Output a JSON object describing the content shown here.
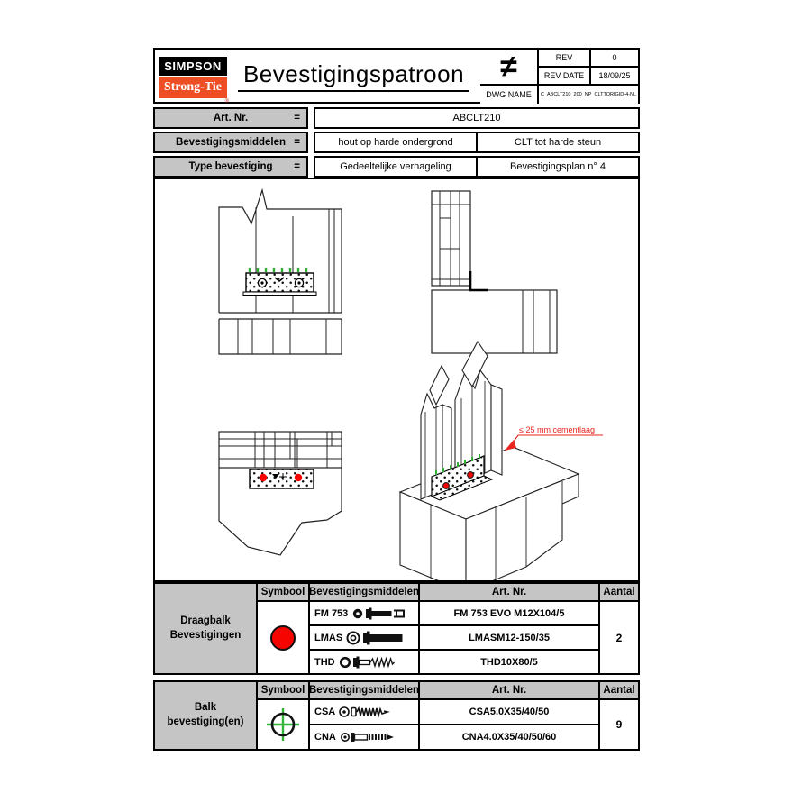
{
  "header": {
    "logo_line1": "SIMPSON",
    "logo_line2": "Strong-Tie",
    "logo_registered": "®",
    "title": "Bevestigingspatroon",
    "projection_symbol": "≠",
    "rev_label": "REV",
    "rev_value": "0",
    "rev_date_label": "REV DATE",
    "rev_date_value": "18/09/25",
    "dwg_name_label": "DWG NAME",
    "dwg_name_value": "C_ABCLT210_200_NP_CLTTORIGID-4-NL"
  },
  "info_table": {
    "rows": [
      {
        "label": "Art. Nr.",
        "eq": "=",
        "value1": "ABCLT210",
        "value2": ""
      },
      {
        "label": "Bevestigingsmiddelen",
        "eq": "=",
        "value1": "hout op harde ondergrond",
        "value2": "CLT tot harde steun"
      },
      {
        "label": "Type bevestiging",
        "eq": "=",
        "value1": "Gedeeltelijke vernageling",
        "value2": "Bevestigingsplan n°  4"
      }
    ]
  },
  "drawing": {
    "annotation": "≤ 25 mm cementlaag"
  },
  "fastener_tables": [
    {
      "group_label": "Draagbalk Bevestigingen",
      "headers": {
        "symbol": "Symbool",
        "fasteners": "Bevestigingsmiddelen",
        "art_nr": "Art. Nr.",
        "qty": "Aantal"
      },
      "symbol_name": "red filled circle",
      "rows": [
        {
          "code": "FM 753",
          "art_nr": "FM 753 EVO M12X104/5"
        },
        {
          "code": "LMAS",
          "art_nr": "LMASM12-150/35"
        },
        {
          "code": "THD",
          "art_nr": "THD10X80/5"
        }
      ],
      "qty": "2"
    },
    {
      "group_label": "Balk bevestiging(en)",
      "headers": {
        "symbol": "Symbool",
        "fasteners": "Bevestigingsmiddelen",
        "art_nr": "Art. Nr.",
        "qty": "Aantal"
      },
      "symbol_name": "green crosshair circle",
      "rows": [
        {
          "code": "CSA",
          "art_nr": "CSA5.0X35/40/50"
        },
        {
          "code": "CNA",
          "art_nr": "CNA4.0X35/40/50/60"
        }
      ],
      "qty": "9"
    }
  ],
  "colors": {
    "accent_orange": "#ee4e23",
    "anchor_red": "#f50400",
    "screw_green": "#2eb135",
    "cell_gray": "#c5c5c5"
  }
}
